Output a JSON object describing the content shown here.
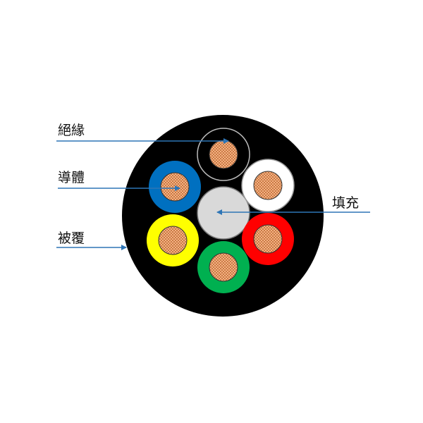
{
  "labels": {
    "insulation": "絕緣",
    "conductor": "導體",
    "sheath": "被覆",
    "filler": "填充"
  },
  "cores": [
    {
      "name": "black",
      "color": "#000000"
    },
    {
      "name": "white",
      "color": "#ffffff"
    },
    {
      "name": "red",
      "color": "#ff0000"
    },
    {
      "name": "green",
      "color": "#00b050"
    },
    {
      "name": "yellow",
      "color": "#ffff00"
    },
    {
      "name": "blue",
      "color": "#0070c0"
    }
  ],
  "colors": {
    "sheath": "#000000",
    "filler": "#d9d9d9",
    "copper": "#f4b183",
    "arrow": "#2e75b6"
  }
}
